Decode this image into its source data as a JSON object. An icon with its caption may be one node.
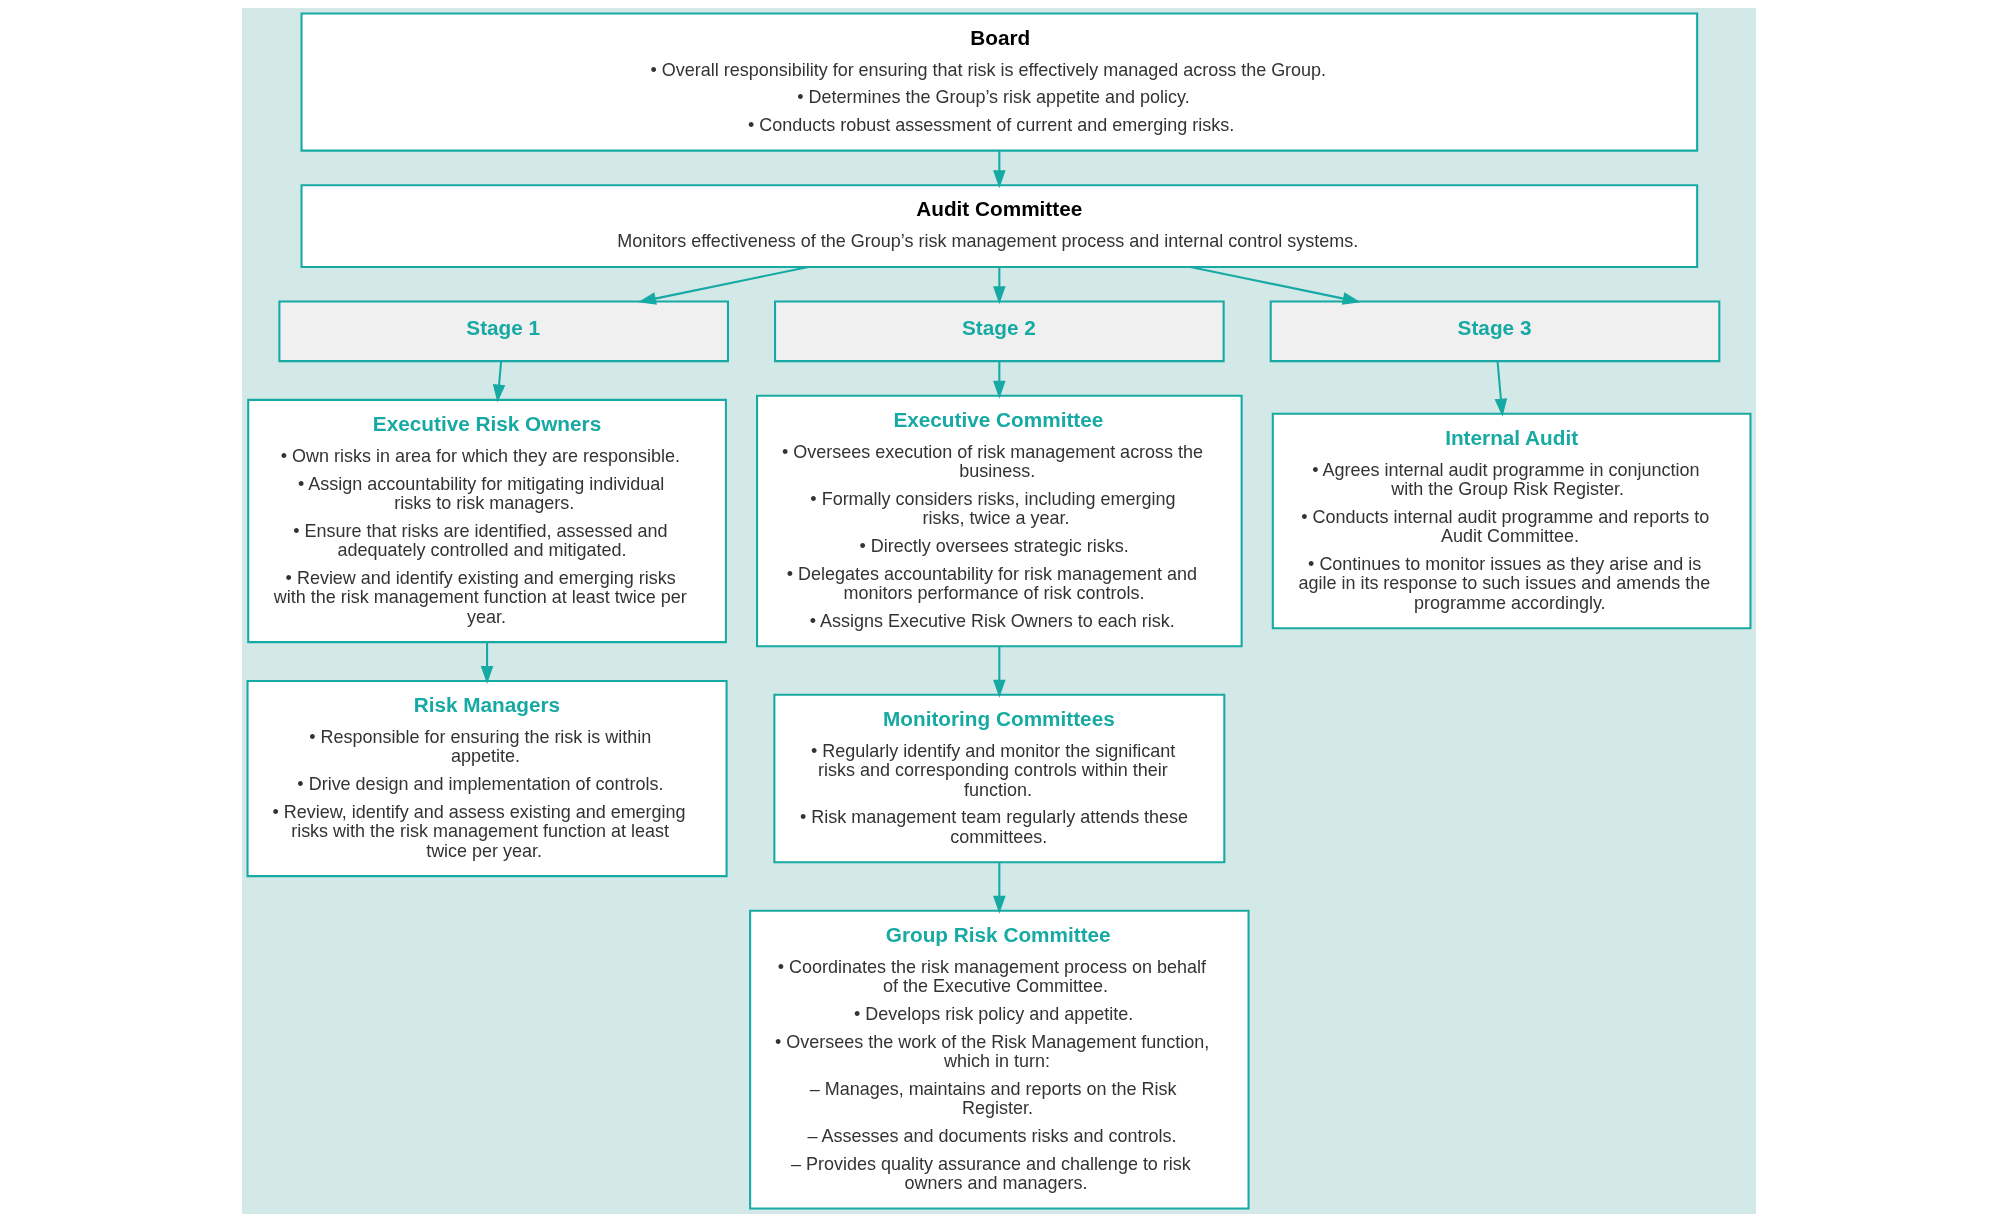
{
  "diagram": {
    "nodes": [
      {
        "text": [
          "Board",
          "• Overall responsibility for ensuring that risk is effectively managed across the Group.",
          "• Determines the Group’s risk appetite and policy.",
          "• Conducts robust assessment of current and emerging risks."
        ]
      },
      {
        "text": [
          "Audit Committee",
          "Monitors effectiveness of the Group’s risk management process and internal control systems."
        ]
      },
      {
        "text": [
          "Stage 1"
        ]
      },
      {
        "text": [
          "Stage 2"
        ]
      },
      {
        "text": [
          "Stage 3"
        ]
      },
      {
        "text": [
          "Executive Risk Owners",
          "• Own risks in area for which they are responsible.",
          "• Assign accountability for mitigating individual risks to risk managers.",
          "• Ensure that risks are identified, assessed and adequately controlled and mitigated.",
          "• Review and identify existing and emerging risks with the risk management function at least twice per year."
        ]
      },
      {
        "text": [
          "Executive Committee",
          "• Oversees execution of risk management across the business.",
          "• Formally considers risks, including emerging risks, twice a year.",
          "• Directly oversees strategic risks.",
          "• Delegates accountability for risk management and monitors performance of risk controls.",
          "• Assigns Executive Risk Owners to each risk."
        ]
      },
      {
        "text": [
          "Internal Audit",
          "• Agrees internal audit programme in conjunction with the Group Risk Register.",
          "• Conducts internal audit programme and reports to Audit Committee.",
          "• Continues to monitor issues as they arise and is agile in its response to such issues and amends the programme accordingly."
        ]
      },
      {
        "text": [
          "Risk Managers",
          "• Responsible for ensuring the risk is within appetite.",
          "• Drive design and implementation of controls.",
          "• Review, identify and assess existing and emerging risks with the risk management function at least twice per year."
        ]
      },
      {
        "text": [
          "Monitoring Committees",
          "• Regularly identify and monitor the significant risks and corresponding controls within their function.",
          "• Risk management team regularly attends these committees."
        ]
      },
      {
        "text": [
          "Group Risk Committee",
          "• Coordinates the risk management process on behalf of the Executive Committee.",
          "• Develops risk policy and appetite.",
          "• Oversees the work of the Risk Management function, which in turn:",
          "– Manages, maintains and reports on the Risk Register.",
          "– Assesses and documents risks and controls.",
          "– Provides quality assurance and challenge to risk owners and managers."
        ]
      }
    ],
    "edges": [
      {
        "from": 0,
        "to": 1,
        "arrow": "to"
      },
      {
        "from": 1,
        "to": 2,
        "arrow": "to"
      },
      {
        "from": 1,
        "to": 3,
        "arrow": "to"
      },
      {
        "from": 1,
        "to": 4,
        "arrow": "to"
      },
      {
        "from": 2,
        "to": 5,
        "arrow": "to"
      },
      {
        "from": 3,
        "to": 6,
        "arrow": "to"
      },
      {
        "from": 4,
        "to": 7,
        "arrow": "to"
      },
      {
        "from": 5,
        "to": 8,
        "arrow": "to"
      },
      {
        "from": 6,
        "to": 9,
        "arrow": "to"
      },
      {
        "from": 9,
        "to": 10,
        "arrow": "to"
      }
    ]
  }
}
